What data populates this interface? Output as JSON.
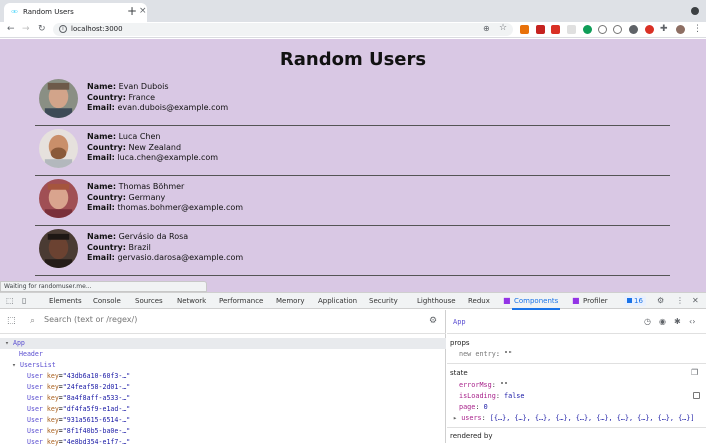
{
  "browser": {
    "tab_title": "Random Users",
    "tab_close": "×",
    "new_tab": "+",
    "url": "localhost:3000",
    "status_text": "Waiting for randomuser.me..."
  },
  "page": {
    "title": "Random Users",
    "name_label": "Name:",
    "country_label": "Country:",
    "email_label": "Email:",
    "users": [
      {
        "name": "Evan Dubois",
        "country": "France",
        "email": "evan.dubois@example.com"
      },
      {
        "name": "Luca Chen",
        "country": "New Zealand",
        "email": "luca.chen@example.com"
      },
      {
        "name": "Thomas Böhmer",
        "country": "Germany",
        "email": "thomas.bohmer@example.com"
      },
      {
        "name": "Gervásio da Rosa",
        "country": "Brazil",
        "email": "gervasio.darosa@example.com"
      }
    ]
  },
  "devtools": {
    "tabs": [
      "Elements",
      "Console",
      "Sources",
      "Network",
      "Performance",
      "Memory",
      "Application",
      "Security",
      "Lighthouse",
      "Redux",
      "Components",
      "Profiler"
    ],
    "active_tab": "Components",
    "message_count": "16",
    "search_placeholder": "Search (text or /regex/)",
    "tree": {
      "root": "App",
      "header": "Header",
      "users_list": "UsersList",
      "user_component": "User",
      "key_attr": "key",
      "user_keys": [
        "\"43db6a10-60f3-…\"",
        "\"24feaf58-2d01-…\"",
        "\"8a4f8aff-a533-…\"",
        "\"df4fa5f9-e1ad-…\"",
        "\"931a5615-6514-…\"",
        "\"8f1f40b5-ba0e-…\"",
        "\"4e8bd354-e1f7-…\""
      ]
    },
    "inspector": {
      "selected_component": "App",
      "props_title": "props",
      "props": [
        {
          "name": "new entry",
          "value": "\"\""
        }
      ],
      "state_title": "state",
      "state": [
        {
          "name": "errorMsg",
          "value": "\"\""
        },
        {
          "name": "isLoading",
          "value": "false"
        },
        {
          "name": "page",
          "value": "0"
        },
        {
          "name": "users",
          "value": "[{…}, {…}, {…}, {…}, {…}, {…}, {…}, {…}, {…}, {…}]"
        }
      ],
      "rendered_by_title": "rendered by"
    }
  }
}
